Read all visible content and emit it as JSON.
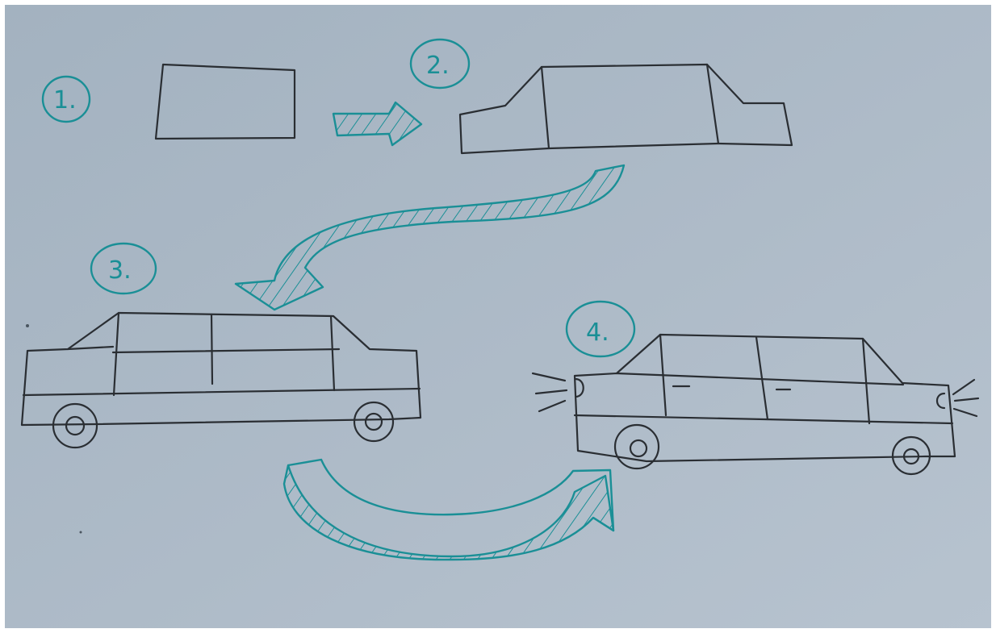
{
  "steps": [
    {
      "label": "1."
    },
    {
      "label": "2."
    },
    {
      "label": "3."
    },
    {
      "label": "4."
    }
  ],
  "colors": {
    "paper": "#a9b6c3",
    "ink": "#2a2e33",
    "marker": "#1a8f96"
  }
}
